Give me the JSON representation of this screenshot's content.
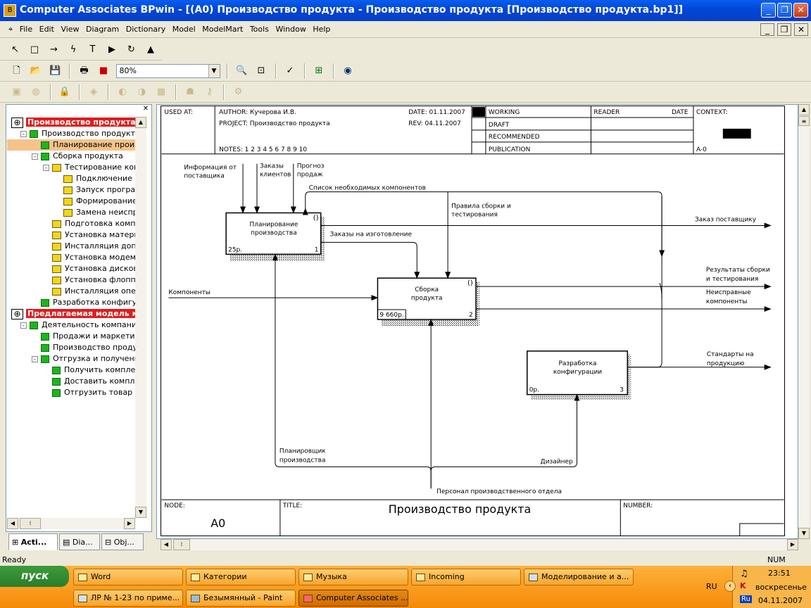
{
  "window": {
    "title": "Computer Associates BPwin - [(A0) Производство продукта - Производство продукта  [Производство продукта.bp1]]"
  },
  "menu": [
    "File",
    "Edit",
    "View",
    "Diagram",
    "Dictionary",
    "Model",
    "ModelMart",
    "Tools",
    "Window",
    "Help"
  ],
  "toolbar": {
    "zoom_value": "80%"
  },
  "tree": {
    "items": [
      {
        "label": "Производство продукта",
        "level": 0,
        "kind": "root"
      },
      {
        "label": "Производство продукта",
        "level": 1,
        "kind": "green",
        "pm": "-"
      },
      {
        "label": "Планирование производства",
        "level": 2,
        "kind": "green",
        "selected": true
      },
      {
        "label": "Сборка продукта",
        "level": 2,
        "kind": "green",
        "pm": "-"
      },
      {
        "label": "Тестирование компьютера",
        "level": 3,
        "kind": "yellow",
        "pm": "-"
      },
      {
        "label": "Подключение периферии",
        "level": 4,
        "kind": "yellow"
      },
      {
        "label": "Запуск программ",
        "level": 4,
        "kind": "yellow"
      },
      {
        "label": "Формирование протокола",
        "level": 4,
        "kind": "yellow"
      },
      {
        "label": "Замена неисправных",
        "level": 4,
        "kind": "yellow"
      },
      {
        "label": "Подготовка компонентов",
        "level": 3,
        "kind": "yellow"
      },
      {
        "label": "Установка материнской платы",
        "level": 3,
        "kind": "yellow"
      },
      {
        "label": "Инсталляция дополнительных",
        "level": 3,
        "kind": "yellow"
      },
      {
        "label": "Установка модема",
        "level": 3,
        "kind": "yellow"
      },
      {
        "label": "Установка дисковода",
        "level": 3,
        "kind": "yellow"
      },
      {
        "label": "Установка флоппи-дисковода",
        "level": 3,
        "kind": "yellow"
      },
      {
        "label": "Инсталляция операционной",
        "level": 3,
        "kind": "yellow"
      },
      {
        "label": "Разработка конфигурации",
        "level": 2,
        "kind": "green"
      },
      {
        "label": "Предлагаемая модель компании",
        "level": 0,
        "kind": "root"
      },
      {
        "label": "Деятельность компании Компьютеры",
        "level": 1,
        "kind": "green",
        "pm": "-"
      },
      {
        "label": "Продажи и маркетинг",
        "level": 2,
        "kind": "green"
      },
      {
        "label": "Производство продукта",
        "level": 2,
        "kind": "green"
      },
      {
        "label": "Отгрузка и получение",
        "level": 2,
        "kind": "green",
        "pm": "-"
      },
      {
        "label": "Получить комплектующие",
        "level": 3,
        "kind": "green"
      },
      {
        "label": "Доставить комплектующие",
        "level": 3,
        "kind": "green"
      },
      {
        "label": "Отгрузить товар и выставить",
        "level": 3,
        "kind": "green"
      }
    ]
  },
  "tabs": [
    "Acti...",
    "Dia...",
    "Obj..."
  ],
  "frame": {
    "used_at": "USED AT:",
    "author": "AUTHOR:  Кучерова И.В.",
    "project": "PROJECT:  Производство продукта",
    "date": "DATE: 01.11.2007",
    "rev": "REV:   04.11.2007",
    "notes": "NOTES:  1  2  3  4  5  6  7  8  9  10",
    "status": [
      "WORKING",
      "DRAFT",
      "RECOMMENDED",
      "PUBLICATION"
    ],
    "reader": "READER",
    "date_col": "DATE",
    "context": "CONTEXT:",
    "context_node": "A-0",
    "node_label": "NODE:",
    "node": "A0",
    "title_label": "TITLE:",
    "title": "Производство продукта",
    "number_label": "NUMBER:"
  },
  "boxes": [
    {
      "name": "Планирование производства",
      "lines": [
        "Планирование",
        "производства"
      ],
      "cost": "25р.",
      "num": "1"
    },
    {
      "name": "Сборка продукта",
      "lines": [
        "Сборка",
        "продукта"
      ],
      "cost": "9 660р.",
      "num": "2"
    },
    {
      "name": "Разработка конфигурации",
      "lines": [
        "Разработка",
        "конфигурации"
      ],
      "cost": "0р.",
      "num": "3"
    }
  ],
  "arrows": {
    "info_supplier": [
      "Информация от",
      "поставщика"
    ],
    "orders_clients": [
      "Заказы",
      "клиентов"
    ],
    "forecast": [
      "Прогноз",
      "продаж"
    ],
    "components_list": "Список необходимых компонентов",
    "assembly_rules": [
      "Правила сборки и",
      "тестирования"
    ],
    "supplier_order": "Заказ поставщику",
    "prod_orders": "Заказы на изготовление",
    "components": "Компоненты",
    "results": [
      "Результаты сборки",
      "и тестирования"
    ],
    "faulty": [
      "Неисправные",
      "компоненты"
    ],
    "standards": [
      "Стандарты на",
      "продукцию"
    ],
    "planner": [
      "Планировщик",
      "производства"
    ],
    "designer": "Дизайнер",
    "staff": "Персонал производственного отдела"
  },
  "status_bar": {
    "text": "Ready",
    "num": "NUM"
  },
  "taskbar": {
    "start": "пуск",
    "row1": [
      "Word",
      "Категории",
      "Музыка",
      "Incoming",
      "Моделирование и а..."
    ],
    "row2": [
      "ЛР № 1-23 по приме...",
      "Безымянный - Paint",
      "Computer Associates ..."
    ],
    "lang": "RU",
    "time": "23:51",
    "day": "воскресенье",
    "date": "04.11.2007"
  }
}
